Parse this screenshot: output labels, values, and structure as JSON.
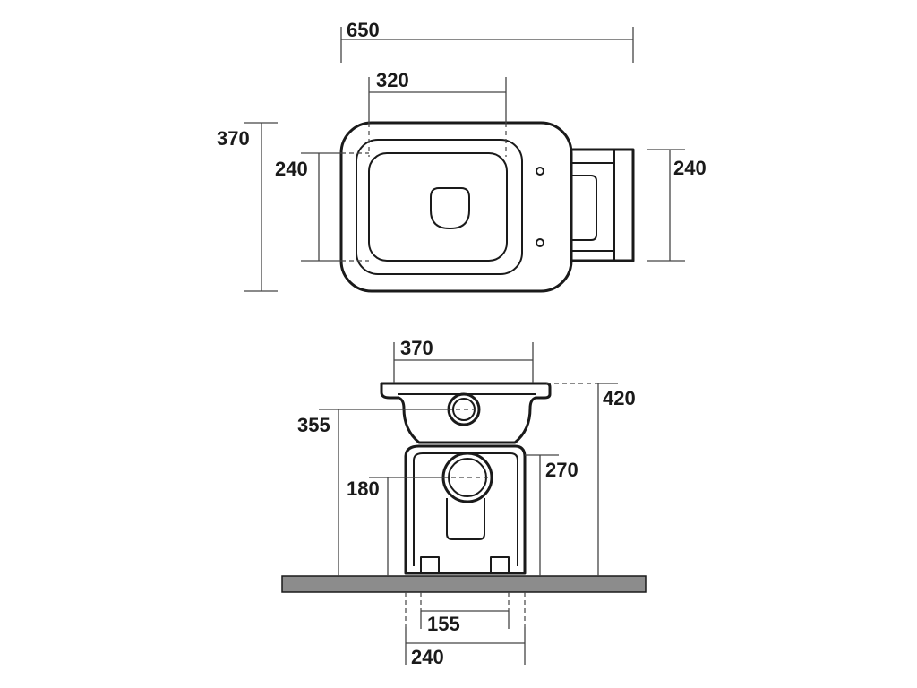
{
  "top_view": {
    "overall_length": "650",
    "bowl_length": "320",
    "overall_width": "370",
    "bowl_width": "240",
    "cistern_width": "240"
  },
  "front_view": {
    "top_width": "370",
    "total_height": "420",
    "bowl_axis_height": "355",
    "pedestal_height": "270",
    "outlet_height": "180",
    "inner_base_width": "155",
    "base_width": "240"
  },
  "colors": {
    "line": "#1a1a1a",
    "dimension": "#444444",
    "floor": "#8c8c8c"
  }
}
